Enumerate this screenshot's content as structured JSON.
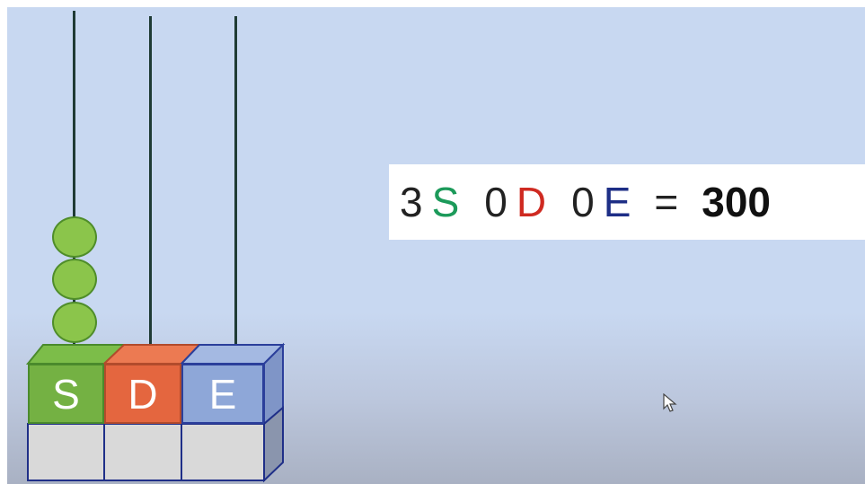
{
  "equation": {
    "hundreds_count": "3",
    "hundreds_letter": "S",
    "tens_count": "0",
    "tens_letter": "D",
    "ones_count": "0",
    "ones_letter": "E",
    "equals": "=",
    "result": "300"
  },
  "abacus": {
    "columns": [
      {
        "label": "S",
        "beads": 3,
        "color": "#74b143"
      },
      {
        "label": "D",
        "beads": 0,
        "color": "#e4663f"
      },
      {
        "label": "E",
        "beads": 0,
        "color": "#8ea7d8"
      }
    ]
  },
  "colors": {
    "S": "#1c9a5a",
    "D": "#cf2a21",
    "E": "#1d2e86",
    "bead": "#8bc54b"
  },
  "icons": {
    "cursor": "mouse-pointer-icon"
  }
}
